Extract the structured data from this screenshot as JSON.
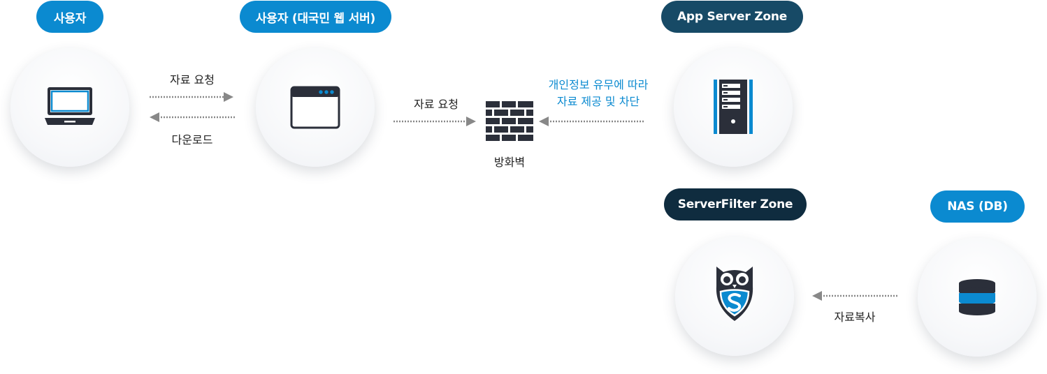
{
  "zones": {
    "user": "사용자",
    "user_web": "사용자 (대국민 웹 서버)",
    "app_server": "App Server Zone",
    "server_filter": "ServerFilter Zone",
    "nas": "NAS (DB)"
  },
  "edges": {
    "request_1": "자료 요청",
    "download": "다운로드",
    "request_2": "자료 요청",
    "privacy_line1": "개인정보 유무에 따라",
    "privacy_line2": "자료 제공 및 차단",
    "copy": "자료복사"
  },
  "nodes": {
    "firewall": "방화벽"
  },
  "colors": {
    "accent_blue": "#0b8ad0",
    "navy": "#174a66",
    "dark_navy": "#0f2c3f",
    "icon_dark": "#2b2f3a",
    "arrow_gray": "#888888"
  }
}
